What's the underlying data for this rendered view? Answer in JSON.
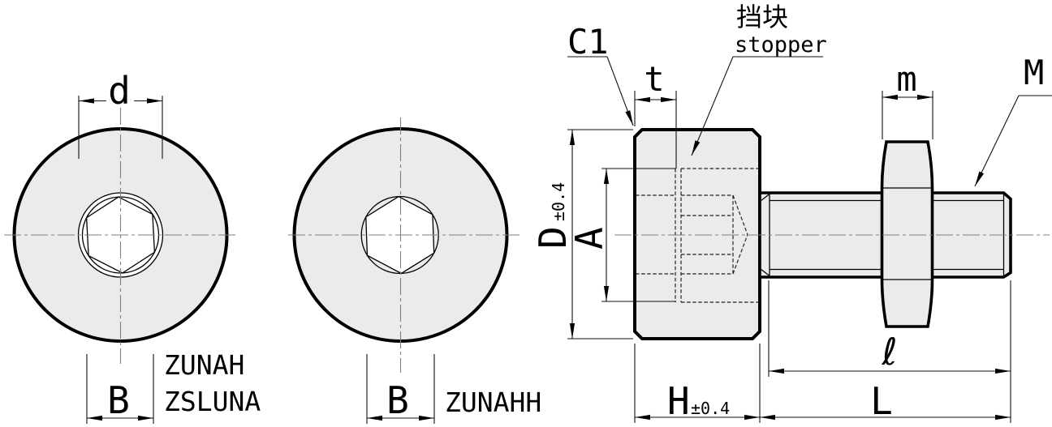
{
  "drawing": {
    "front_view_1": {
      "dim_d": "d",
      "dim_b": "B",
      "model_1": "ZUNAH",
      "model_2": "ZSLUNA"
    },
    "front_view_2": {
      "dim_b": "B",
      "model_1": "ZUNAHH"
    },
    "side_view": {
      "chamfer": "C1",
      "dim_t": "t",
      "stopper_cn": "挡块",
      "stopper_en": "stopper",
      "dim_m": "m",
      "thread": "M",
      "dim_d_major": "D",
      "dim_d_tol": "±0.4",
      "dim_a": "A",
      "dim_h": "H",
      "dim_h_tol": "±0.4",
      "dim_l_small": "ℓ",
      "dim_l_big": "L"
    },
    "colors": {
      "part_fill": "#ebebeb",
      "line": "#000000",
      "centerline": "#7f7f7f"
    }
  }
}
